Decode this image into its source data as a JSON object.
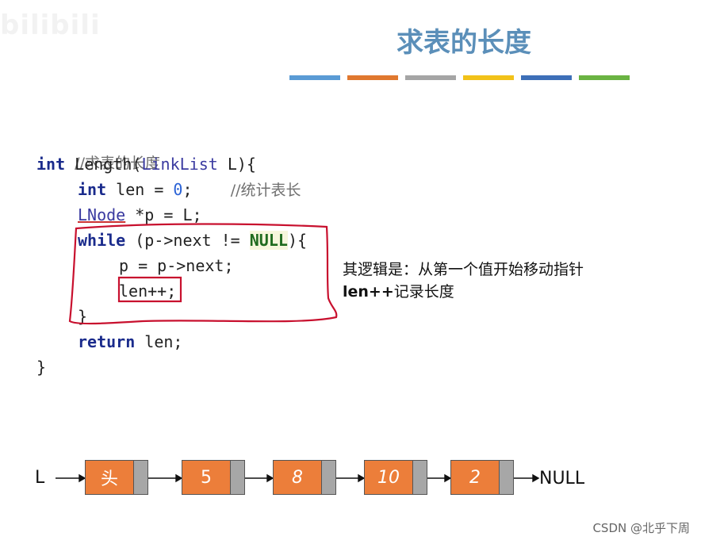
{
  "watermark": "bilibili",
  "slide": {
    "title": "求表的长度",
    "color_bars": [
      "#5a9bd5",
      "#e0782f",
      "#a5a5a5",
      "#f2c219",
      "#3d6fb8",
      "#6ab342"
    ]
  },
  "code": {
    "comment_header": "//求表的长度",
    "fn_kw": "int",
    "fn_name": " Length(",
    "fn_type": "LinkList",
    "fn_rest": " L){",
    "l2_kw": "int",
    "l2_rest": " len = ",
    "l2_num": "0",
    "l2_semi": ";    ",
    "l2_comment": "//统计表长",
    "l3_type": "LNode",
    "l3_rest": " *p = L;",
    "l4_kw": "while",
    "l4_mid": " (p->next != ",
    "l4_null": "NULL",
    "l4_end": "){",
    "l5": "p = p->next;",
    "l6": "len++;",
    "l7": "}",
    "l8_kw": "return",
    "l8_rest": " len;",
    "l9": "}"
  },
  "annotation": {
    "line1": "其逻辑是：从第一个值开始移动指针",
    "line2_bold": "len++",
    "line2_rest": "记录长度"
  },
  "linked_list": {
    "head_label": "L",
    "nodes": [
      "头",
      "5",
      "8",
      "10",
      "2"
    ],
    "tail_label": "NULL"
  },
  "credit": "CSDN @北乎下周"
}
